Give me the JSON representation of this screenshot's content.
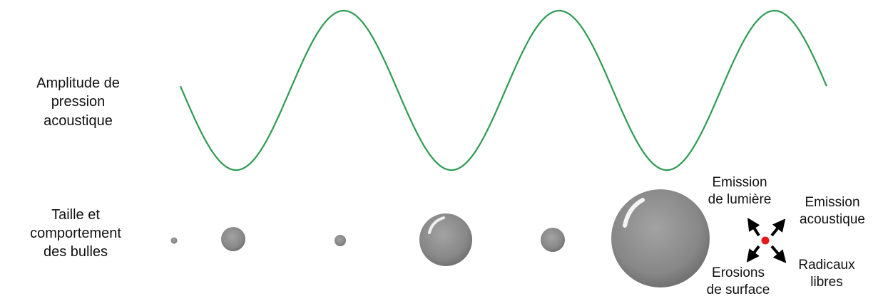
{
  "labels": {
    "pressure_row": "Amplitude de\npression\nacoustique",
    "bubble_row": "Taille et\ncomportement\ndes bulles"
  },
  "outcomes": {
    "light": "Emission\nde lumière",
    "acoustic": "Emission\nacoustique",
    "erosion": "Erosions\nde surface",
    "radicals": "Radicaux\nlibres"
  },
  "colors": {
    "wave": "#2e9a52",
    "bubble": "#8a8a8a",
    "core": "#e41a1a",
    "arrows": "#000000"
  }
}
